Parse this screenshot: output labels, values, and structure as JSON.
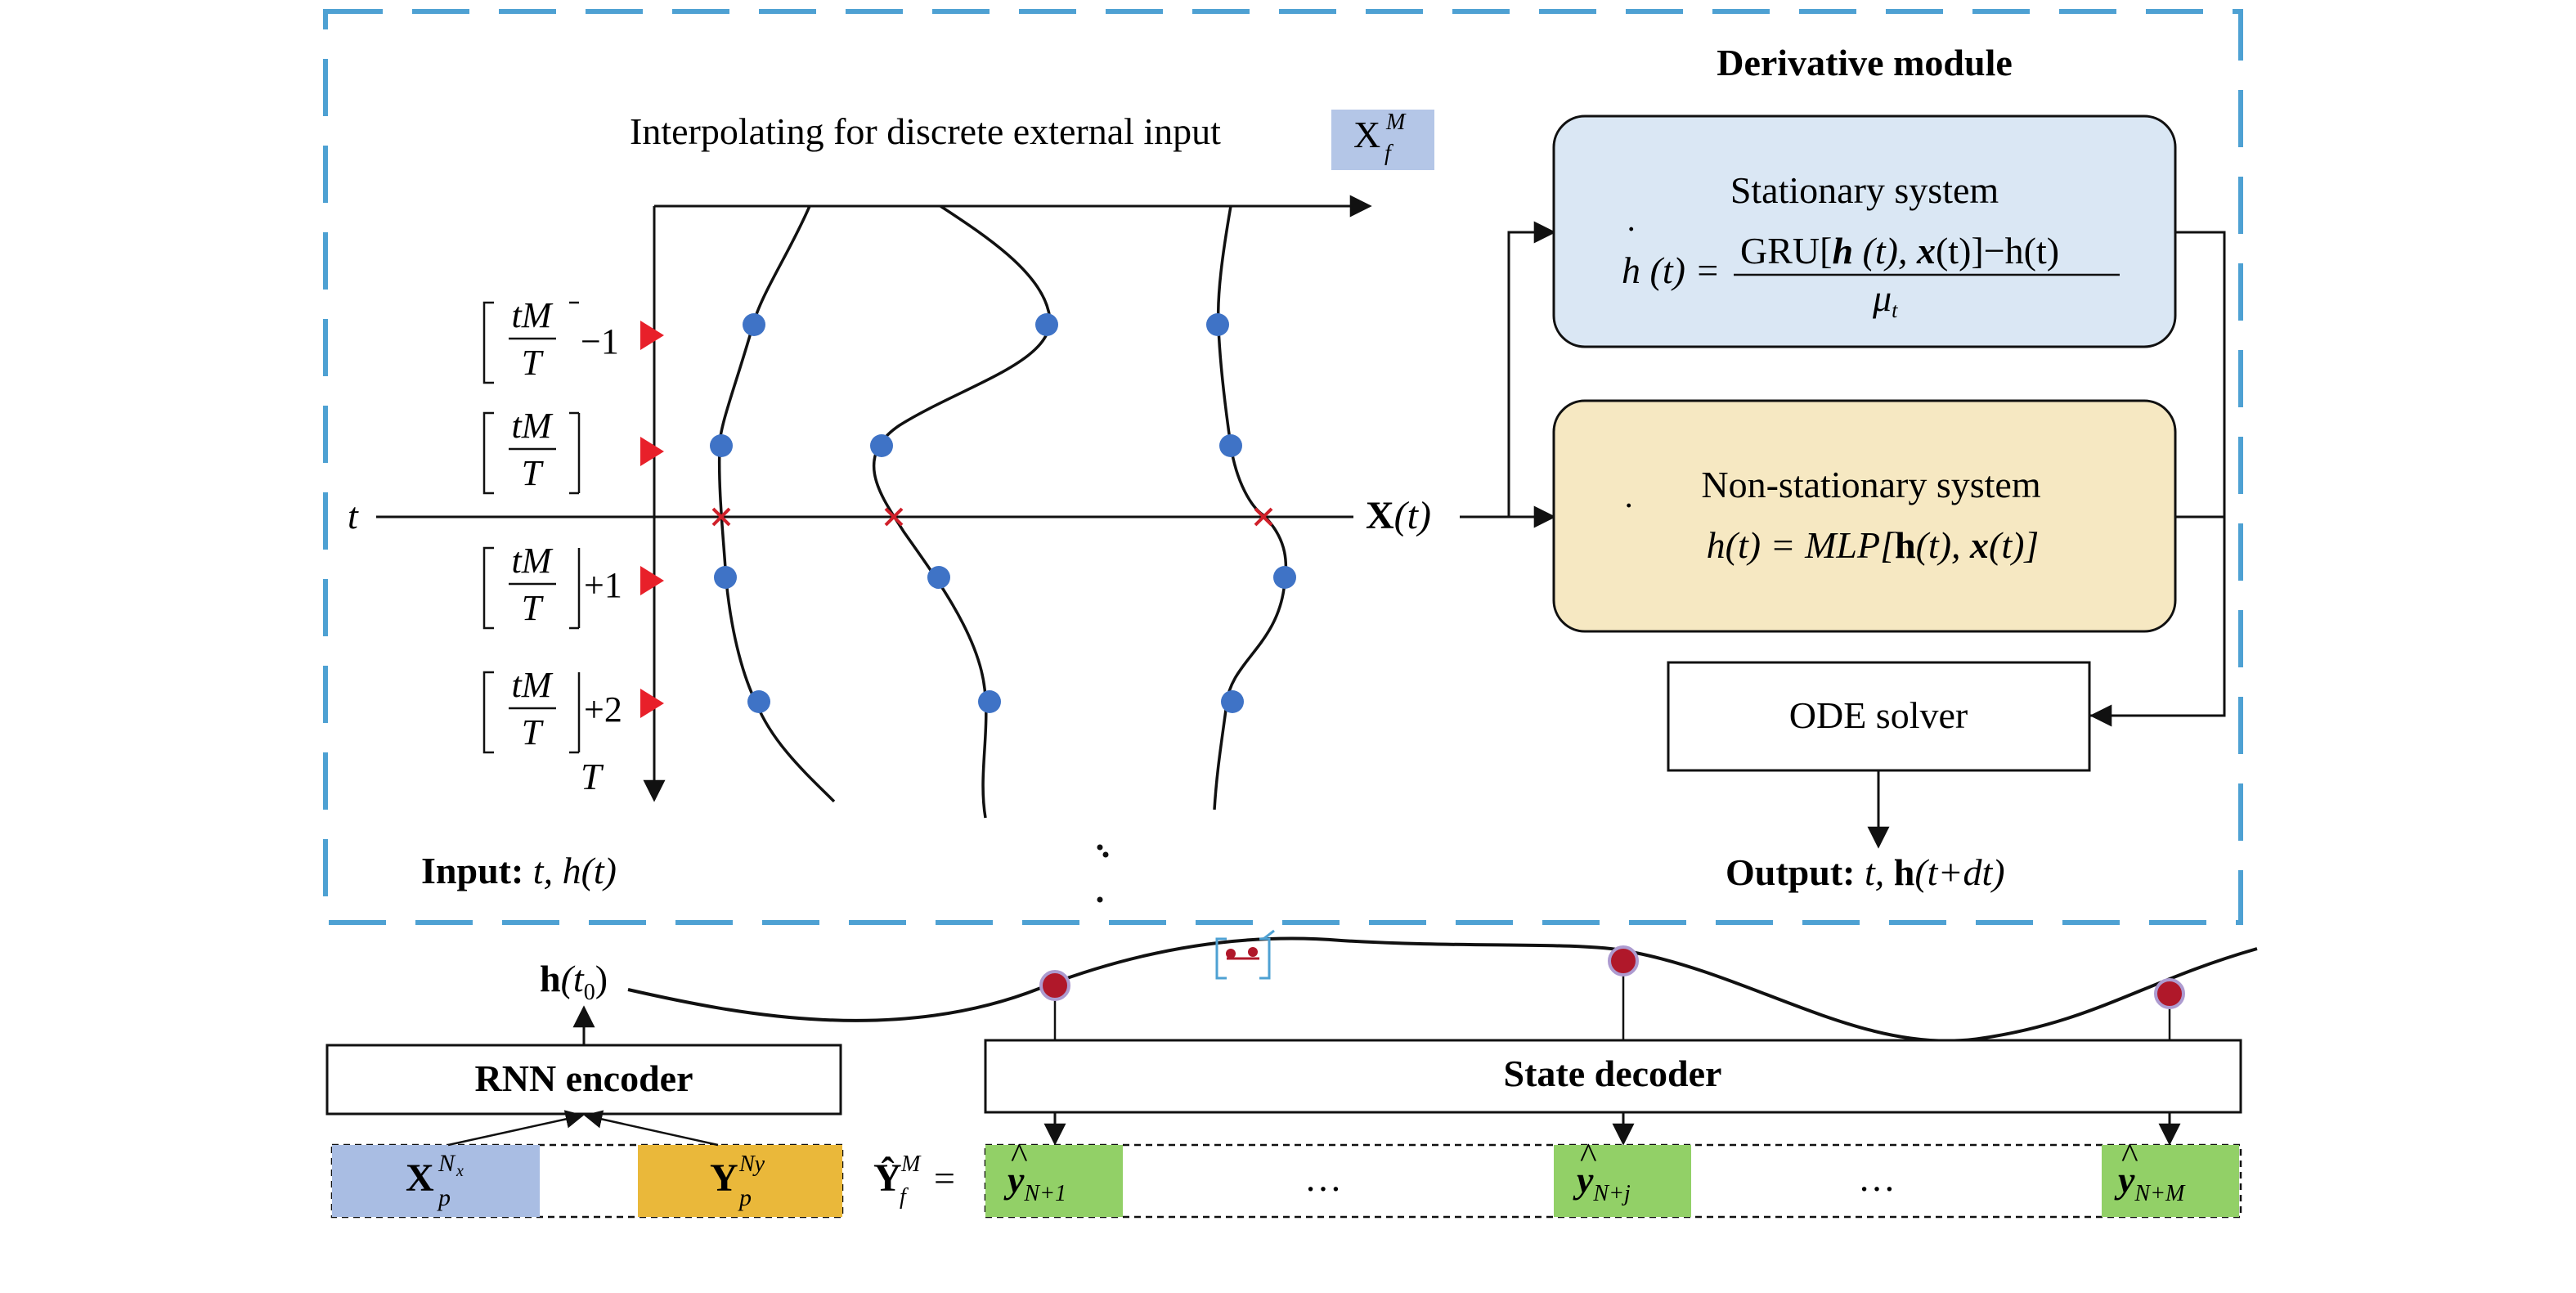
{
  "colors": {
    "dashed_frame": "#4ea1d3",
    "stationary_fill": "#dae7f4",
    "nonstationary_fill": "#f6e8c2",
    "dot_blue": "#3f73c6",
    "cross_red": "#d0202a",
    "triangle_red": "#e8202a",
    "red_dot": "#b0182a",
    "xp_blue": "#a9bde3",
    "yp_orange": "#eab83a",
    "y_green": "#92d067",
    "xf_blue": "#b4c6e7"
  },
  "module": {
    "title": "Derivative module",
    "interp_label": "Interpolating for discrete external input",
    "xf_symbol": "X",
    "xf_sup": "M",
    "xf_sub": "f",
    "stationary": {
      "title": "Stationary system",
      "lhs": "h (t) =",
      "num_a": "GRU[",
      "num_h": "h",
      "num_b": " (t), ",
      "num_x": "x",
      "num_c": "(t)]−h(t)",
      "den": "μ",
      "den_sub": "t"
    },
    "nonstationary": {
      "title": "Non-stationary system",
      "lhs": "h(t) = MLP[",
      "h": "h",
      "mid": "(t), ",
      "x": "x",
      "rhs": "(t)]"
    },
    "ode_solver": "ODE solver",
    "x_of_t_bold": "X",
    "x_of_t_rest": "(t)",
    "t_label": "t",
    "T_label": "T",
    "input_bold": "Input:",
    "input_rest": " t, h(t)",
    "output_bold": "Output:",
    "output_t": " t, ",
    "output_h": "h",
    "output_rest": "(t+dt)",
    "ellipsis_vertical": ":"
  },
  "floor_labels": [
    {
      "num": "tM",
      "den": "T",
      "suffix": "−1"
    },
    {
      "num": "tM",
      "den": "T",
      "suffix": ""
    },
    {
      "num": "tM",
      "den": "T",
      "suffix": "+1"
    },
    {
      "num": "tM",
      "den": "T",
      "suffix": "+2"
    }
  ],
  "bottom": {
    "h0_bold": "h",
    "h0_rest": "(t",
    "h0_sub": "0",
    "h0_close": ")",
    "rnn_encoder": "RNN encoder",
    "state_decoder": "State decoder",
    "xp": "X",
    "xp_sub": "p",
    "xp_sup": "N",
    "xp_sup_sub": "x",
    "yp": "Y",
    "yp_sub": "p",
    "yp_sup": "Ny",
    "yf_hat": "Ŷ",
    "yf_sup": "M",
    "yf_sub": "f",
    "equals": "=",
    "y1": "y",
    "y1_sub": "N+1",
    "yj": "y",
    "yj_sub": "N+j",
    "ym": "y",
    "ym_sub": "N+M",
    "dots": "…"
  }
}
